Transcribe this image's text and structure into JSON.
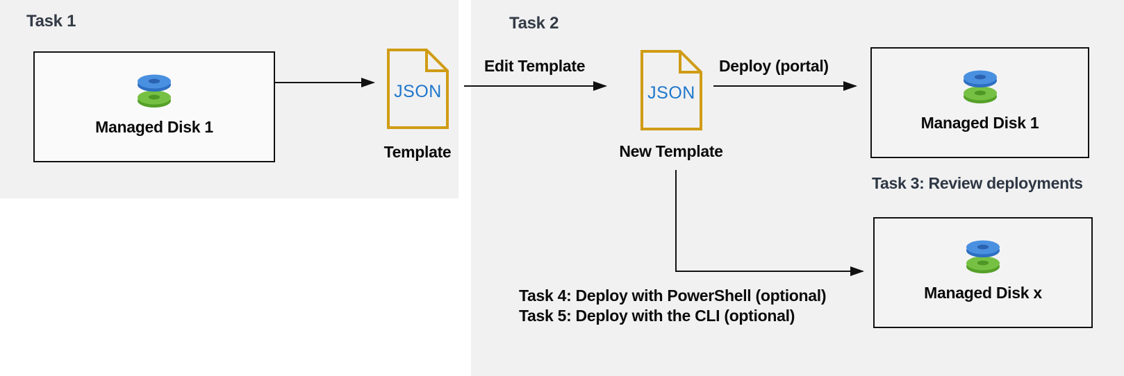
{
  "colors": {
    "panel_gray": "#f1f1f1",
    "task_header_text": "#333b46",
    "task3_header_text": "#2e3744",
    "label_text": "#0b0b0b",
    "json_doc_gold": "#d09c15",
    "json_text_blue": "#1f77cc",
    "disk_blue_top": "#4a90e0",
    "disk_blue_side": "#2d6fc2",
    "disk_blue_hole": "#2a62b0",
    "disk_green_top": "#76c043",
    "disk_green_side": "#55a028",
    "disk_green_hole": "#4f9724",
    "arrow_black": "#111111"
  },
  "task1": {
    "title": "Task 1",
    "disk_box": {
      "label": "Managed Disk 1"
    },
    "template": {
      "file_label": "JSON",
      "caption": "Template"
    }
  },
  "task2": {
    "title": "Task 2",
    "edit_arrow_label": "Edit Template",
    "new_template": {
      "file_label": "JSON",
      "caption": "New Template"
    },
    "deploy_arrow_label": "Deploy (portal)",
    "disk_box": {
      "label": "Managed Disk 1"
    }
  },
  "task3": {
    "title": "Task 3: Review deployments",
    "disk_box": {
      "label": "Managed Disk x"
    }
  },
  "task45": {
    "line1": "Task 4: Deploy with PowerShell (optional)",
    "line2": "Task 5: Deploy with the CLI (optional)"
  }
}
